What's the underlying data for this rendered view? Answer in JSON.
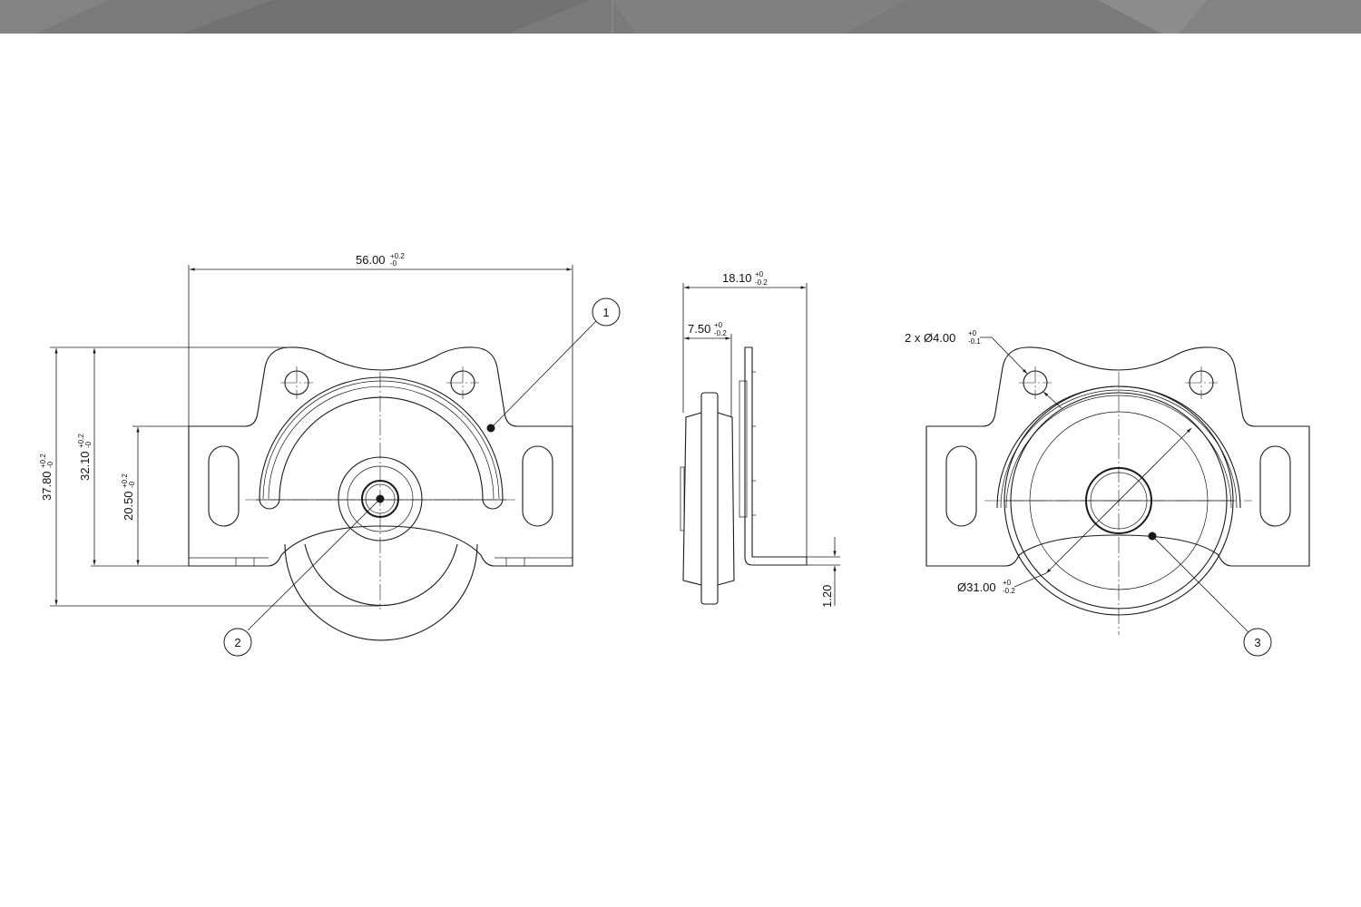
{
  "colors": {
    "header_dark": "#777777",
    "header_light": "#8a8a8a",
    "line": "#1a1a1a",
    "background": "#ffffff"
  },
  "dimensions": {
    "width_56": {
      "value": "56.00",
      "tol_upper": "+0.2",
      "tol_lower": "-0"
    },
    "height_37": {
      "value": "37.80",
      "tol_upper": "+0.2",
      "tol_lower": "-0"
    },
    "height_32": {
      "value": "32.10",
      "tol_upper": "+0.2",
      "tol_lower": "-0"
    },
    "height_20": {
      "value": "20.50",
      "tol_upper": "+0.2",
      "tol_lower": "-0"
    },
    "depth_18": {
      "value": "18.10",
      "tol_upper": "+0",
      "tol_lower": "-0.2"
    },
    "depth_7": {
      "value": "7.50",
      "tol_upper": "+0",
      "tol_lower": "-0.2"
    },
    "thickness": {
      "value": "1.20"
    },
    "holes": {
      "value": "2 x Ø4.00",
      "tol_upper": "+0",
      "tol_lower": "-0.1"
    },
    "wheel_dia": {
      "value": "Ø31.00",
      "tol_upper": "+0",
      "tol_lower": "-0.2"
    }
  },
  "balloons": [
    "1",
    "2",
    "3"
  ]
}
